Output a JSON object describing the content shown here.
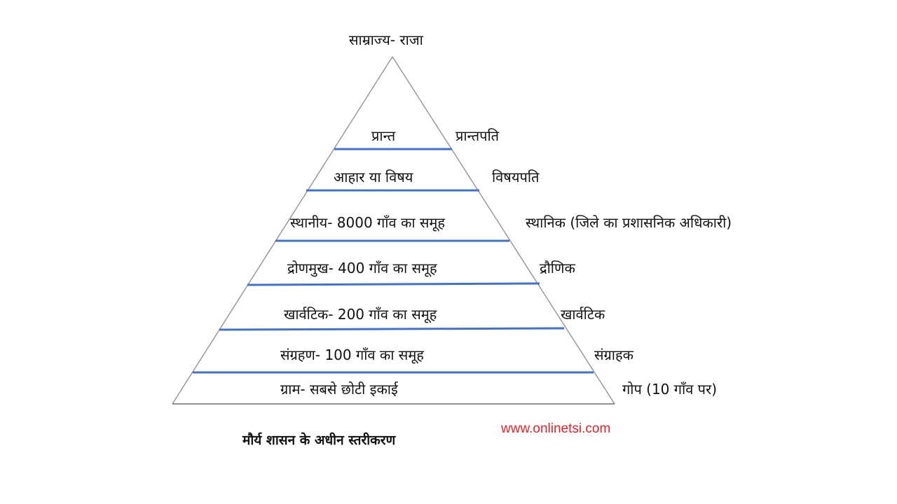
{
  "diagram": {
    "apex_label": "साम्राज्य- राजा",
    "title": "मौर्य शासन के अधीन स्तरीकरण",
    "website": "www.onlinetsi.com",
    "colors": {
      "divider": "#4472c4",
      "outline": "#8c8c8c",
      "base": "#505050",
      "website": "#d9252b"
    },
    "levels": [
      {
        "inner": "प्रान्त",
        "official": "प्रान्तपति"
      },
      {
        "inner": "आहार या विषय",
        "official": "विषयपति"
      },
      {
        "inner": "स्थानीय- 8000 गाँव का समूह",
        "official": "स्थानिक (जिले का प्रशासनिक अधिकारी)"
      },
      {
        "inner": "द्रोणमुख- 400 गाँव का समूह",
        "official": "द्रौणिक"
      },
      {
        "inner": "खार्वटिक- 200 गाँव का समूह",
        "official": "खार्वटिक"
      },
      {
        "inner": "संग्रहण- 100 गाँव का समूह",
        "official": "संग्राहक"
      },
      {
        "inner": "ग्राम- सबसे छोटी इकाई",
        "official": "गोप (10 गाँव पर)"
      }
    ]
  }
}
